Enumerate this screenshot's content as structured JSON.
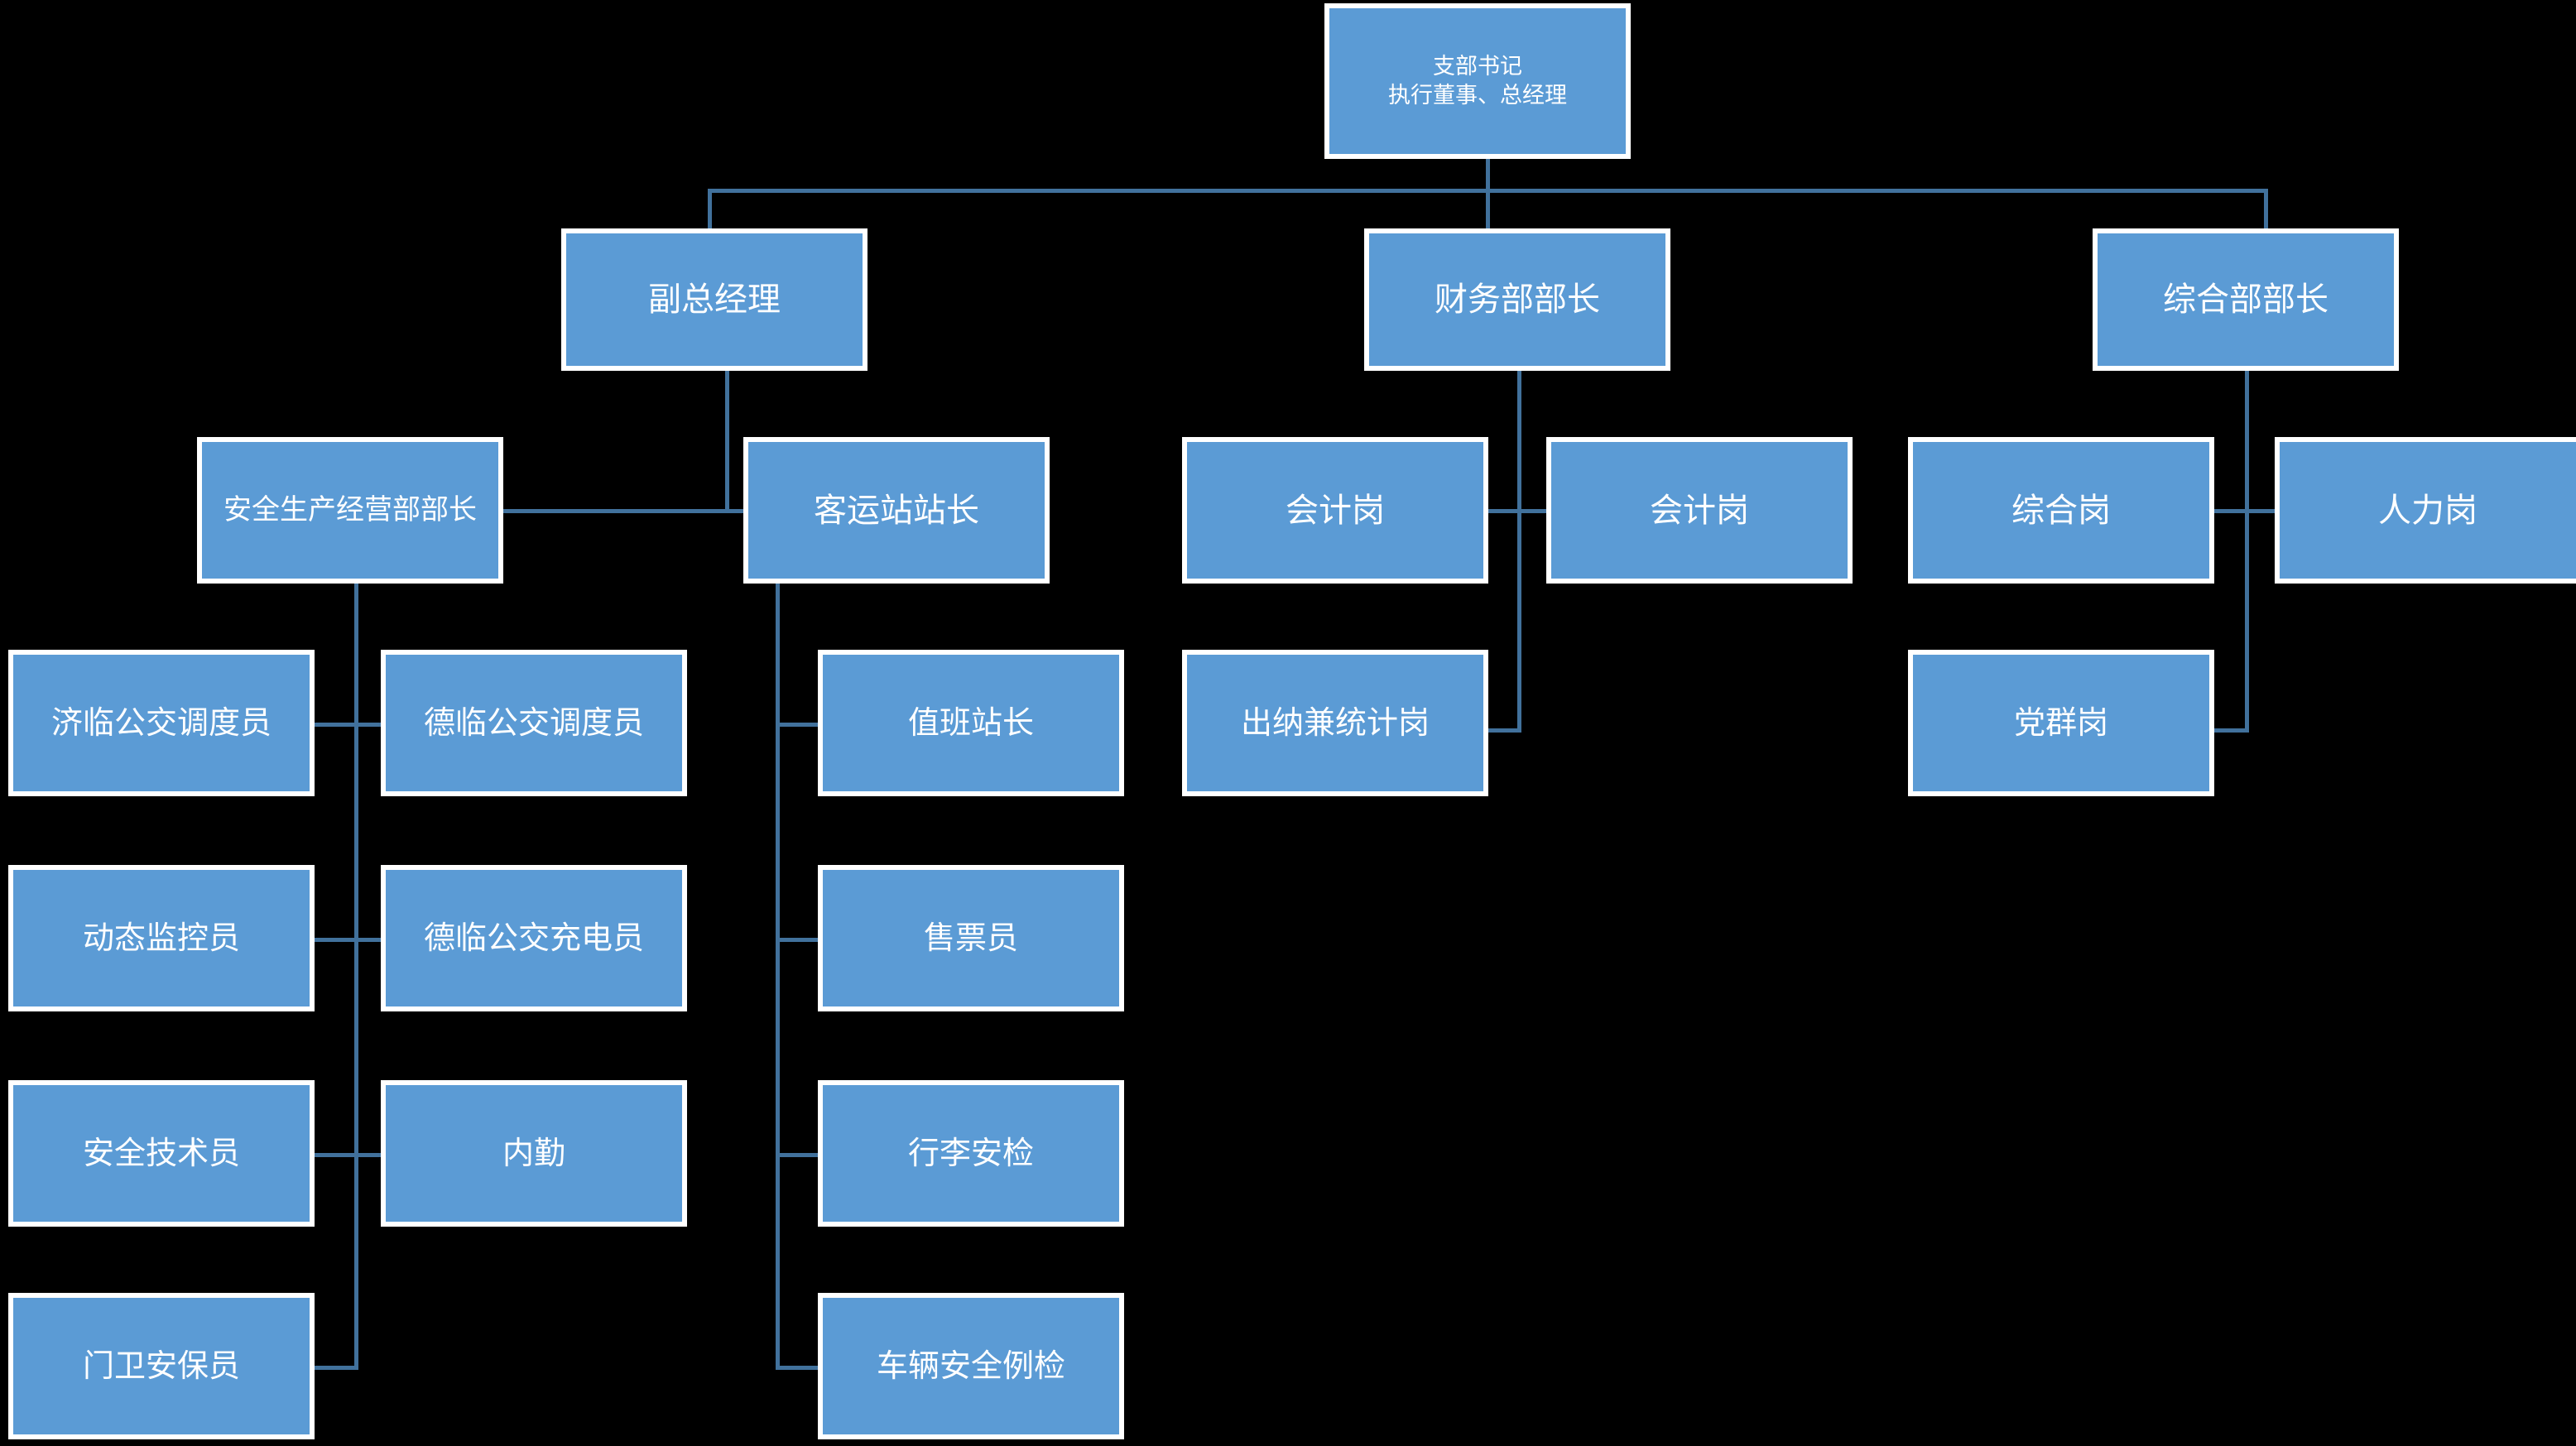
{
  "chart": {
    "type": "org-chart",
    "title": "",
    "background_color": "#000000",
    "node_fill_color": "#5b9bd5",
    "node_border_color": "#ffffff",
    "node_text_color": "#ffffff",
    "connector_color": "#41719c"
  },
  "nodes": {
    "root": {
      "line1": "支部书记",
      "line2": "执行董事、总经理"
    },
    "level2": {
      "deputy_gm": "副总经理",
      "finance_head": "财务部部长",
      "admin_head": "综合部部长"
    },
    "level3": {
      "safety_head": "安全生产经营部部长",
      "station_master": "客运站站长",
      "accountant_1": "会计岗",
      "accountant_2": "会计岗",
      "general_post": "综合岗",
      "hr_post": "人力岗"
    },
    "safety_children_left": [
      "济临公交调度员",
      "动态监控员",
      "安全技术员",
      "门卫安保员"
    ],
    "safety_children_right": [
      "德临公交调度员",
      "德临公交充电员",
      "内勤"
    ],
    "station_children": [
      "值班站长",
      "售票员",
      "行李安检",
      "车辆安全例检"
    ],
    "finance_children": [
      "出纳兼统计岗"
    ],
    "admin_children": [
      "党群岗"
    ]
  }
}
